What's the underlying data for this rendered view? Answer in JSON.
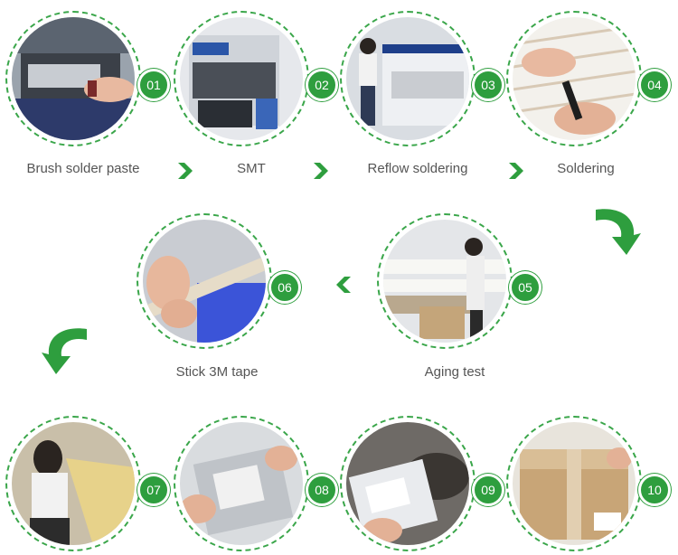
{
  "steps": [
    {
      "number": "01",
      "label": "Brush solder paste"
    },
    {
      "number": "02",
      "label": "SMT"
    },
    {
      "number": "03",
      "label": "Reflow soldering"
    },
    {
      "number": "04",
      "label": "Soldering"
    },
    {
      "number": "05",
      "label": "Aging test"
    },
    {
      "number": "06",
      "label": "Stick 3M tape"
    },
    {
      "number": "07",
      "label": ""
    },
    {
      "number": "08",
      "label": ""
    },
    {
      "number": "09",
      "label": ""
    },
    {
      "number": "10",
      "label": ""
    }
  ],
  "colors": {
    "accent": "#2e9e3e",
    "ring": "#3aa64a",
    "label_text": "#555555"
  },
  "icons": [
    "chevron-right-icon",
    "chevron-left-icon",
    "curved-arrow-icon"
  ]
}
